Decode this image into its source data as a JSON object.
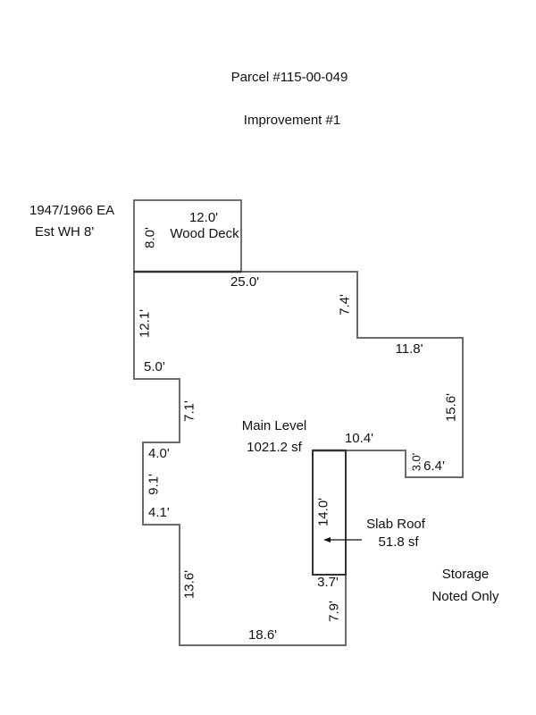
{
  "header": {
    "parcel": "Parcel #115-00-049",
    "improvement": "Improvement #1"
  },
  "notes": {
    "year_built": "1947/1966 EA",
    "wall_height": "Est WH 8'"
  },
  "areas": {
    "wood_deck": {
      "label": "Wood Deck",
      "width": "12.0'",
      "depth": "8.0'"
    },
    "main_level": {
      "label": "Main Level",
      "area": "1021.2 sf"
    },
    "slab_roof": {
      "label": "Slab Roof",
      "area": "51.8 sf",
      "height_dim": "14.0'",
      "width_dim": "3.7'"
    },
    "storage": {
      "line1": "Storage",
      "line2": "Noted Only"
    }
  },
  "dimensions": {
    "top": "25.0'",
    "right_step_down": "7.4'",
    "right_step_across": "11.8'",
    "right_side": "15.6'",
    "bottom_right_notch_width": "6.4'",
    "bottom_right_notch_height": "3.0'",
    "inner_top": "10.4'",
    "inner_right_lower": "7.9'",
    "bottom": "18.6'",
    "left_lower": "13.6'",
    "left_jog_bottom": "4.1'",
    "left_jog_side": "9.1'",
    "left_jog_top": "4.0'",
    "left_mid": "7.1'",
    "left_step": "5.0'",
    "left_upper": "12.1'"
  },
  "colors": {
    "line": "#6b6b6b",
    "dark_line": "#333333",
    "text": "#111111"
  }
}
